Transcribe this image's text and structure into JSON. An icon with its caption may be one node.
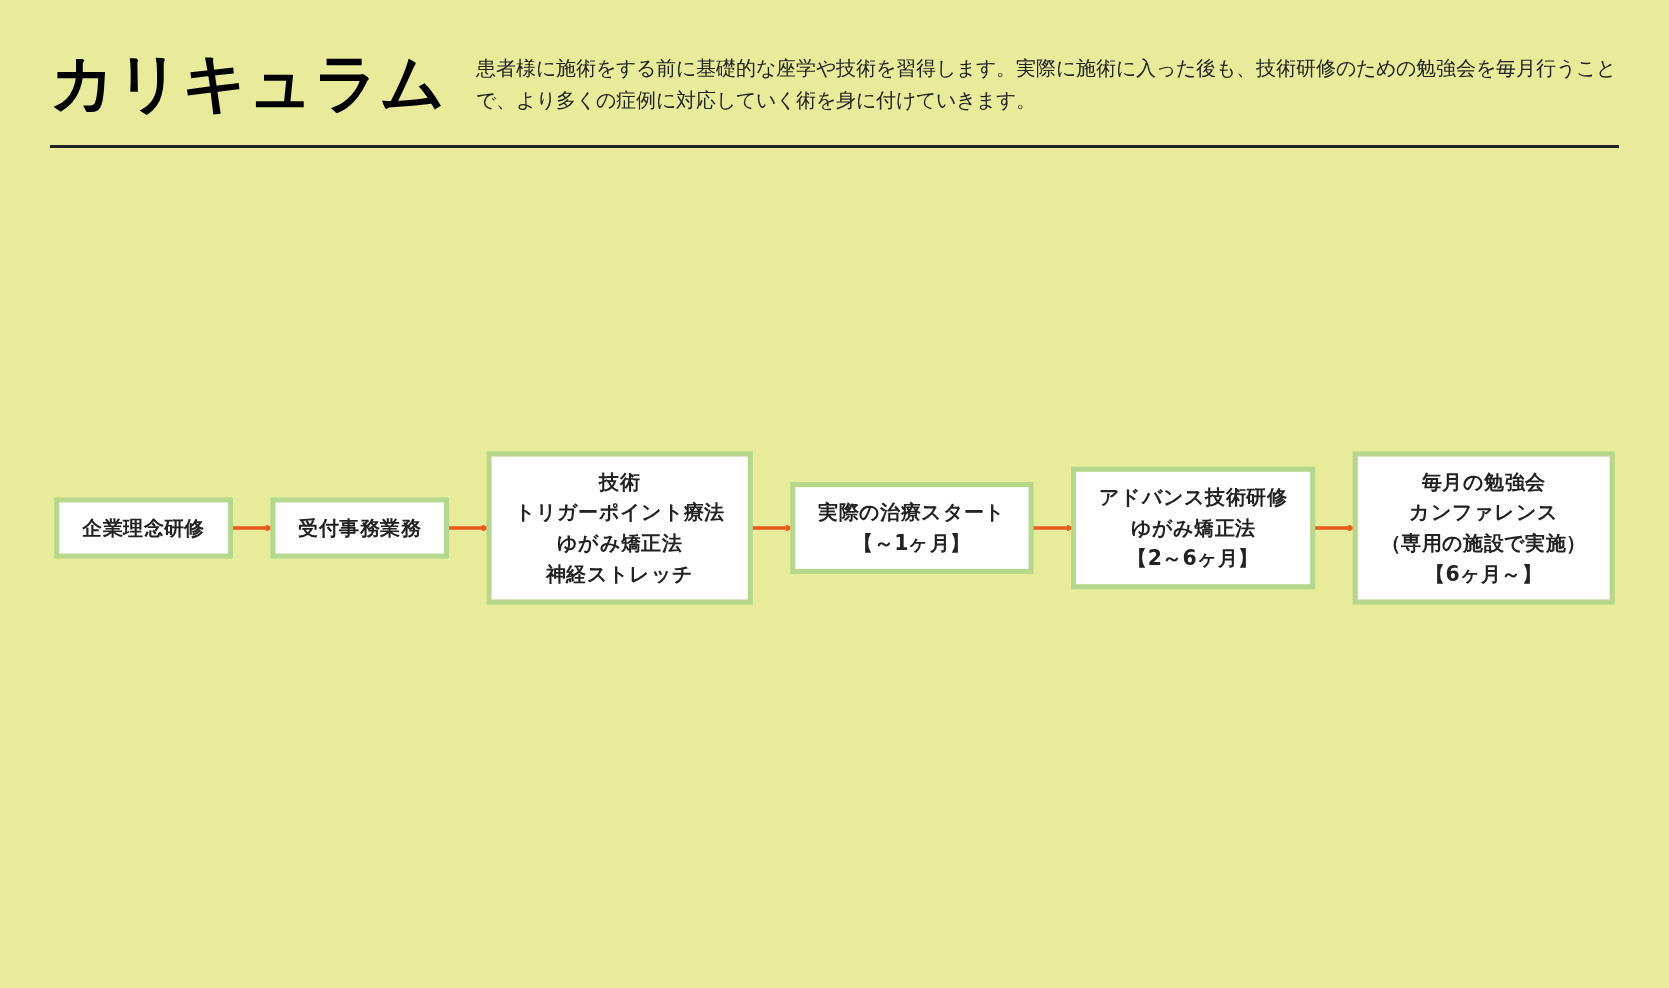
{
  "diagram": {
    "title": "カリキュラム",
    "caption": "患者様に施術をする前に基礎的な座学や技術を習得します。実際に施術に入った後も、技術研修のための勉強会を毎月行うことで、より多くの症例に対応していく術を身に付けていきます。",
    "nodes": [
      {
        "text": [
          "企業理念研修"
        ]
      },
      {
        "text": [
          "受付事務業務"
        ]
      },
      {
        "text": [
          "技術",
          "トリガーポイント療法",
          "ゆがみ矯正法",
          "神経ストレッチ"
        ]
      },
      {
        "text": [
          "実際の治療スタート",
          "【～1ヶ月】"
        ]
      },
      {
        "text": [
          "アドバンス技術研修",
          "ゆがみ矯正法",
          "【2～6ヶ月】"
        ]
      },
      {
        "text": [
          "毎月の勉強会",
          "カンファレンス",
          "（専用の施設で実施）",
          "【6ヶ月～】"
        ]
      }
    ],
    "edges": [
      {
        "from": 0,
        "to": 1,
        "arrow": "to"
      },
      {
        "from": 1,
        "to": 2,
        "arrow": "to"
      },
      {
        "from": 2,
        "to": 3,
        "arrow": "to"
      },
      {
        "from": 3,
        "to": 4,
        "arrow": "to"
      },
      {
        "from": 4,
        "to": 5,
        "arrow": "to"
      }
    ]
  }
}
